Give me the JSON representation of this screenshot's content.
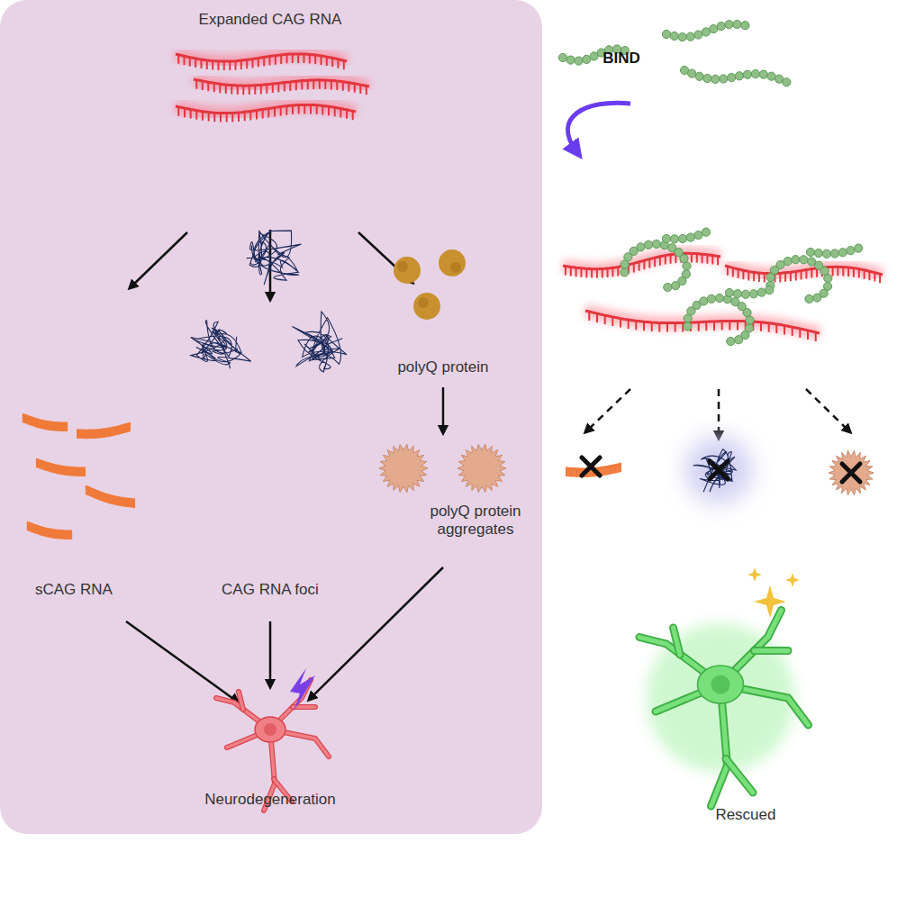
{
  "diagram": {
    "labels": [
      "Expanded CAG RNA",
      "BIND",
      "sCAG RNA",
      "CAG RNA foci",
      "polyQ protein",
      "polyQ protein aggregates",
      "Neurodegeneration",
      "Rescued"
    ]
  }
}
